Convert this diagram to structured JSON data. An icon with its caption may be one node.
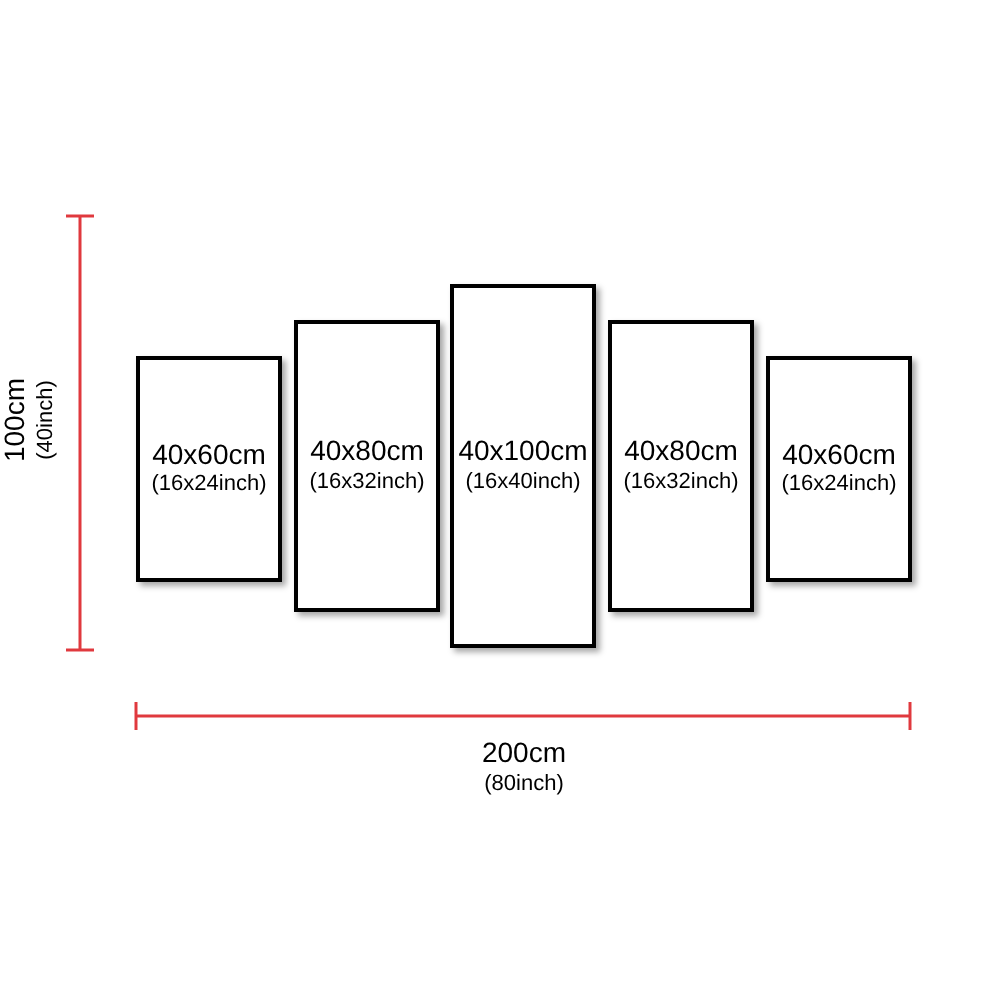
{
  "diagram": {
    "nodes": [
      {
        "text": [
          "40x60cm",
          "(16x24inch)"
        ]
      },
      {
        "text": [
          "40x80cm",
          "(16x32inch)"
        ]
      },
      {
        "text": [
          "40x100cm",
          "(16x40inch)"
        ]
      },
      {
        "text": [
          "40x80cm",
          "(16x32inch)"
        ]
      },
      {
        "text": [
          "40x60cm",
          "(16x24inch)"
        ]
      }
    ],
    "labels": [
      "100cm",
      "(40inch)",
      "200cm",
      "(80inch)"
    ]
  }
}
